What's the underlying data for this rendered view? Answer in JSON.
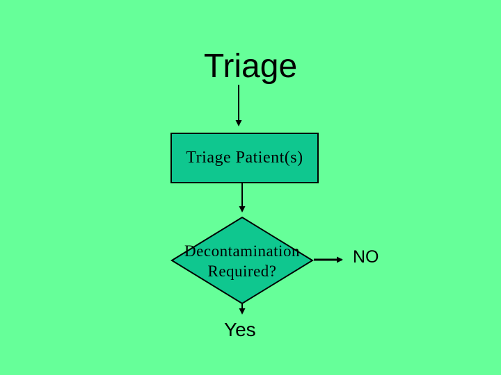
{
  "slide": {
    "title": "Triage",
    "background_color": "#66FF99",
    "shape_fill_color": "#0FC78F",
    "shape_border_color": "#000000",
    "text_color": "#000000"
  },
  "flowchart": {
    "process_box": {
      "label": "Triage Patient(s)"
    },
    "decision_diamond": {
      "label": "Decontamination Required?"
    },
    "branch_no": {
      "label": "NO"
    },
    "branch_yes": {
      "label": "Yes"
    }
  }
}
